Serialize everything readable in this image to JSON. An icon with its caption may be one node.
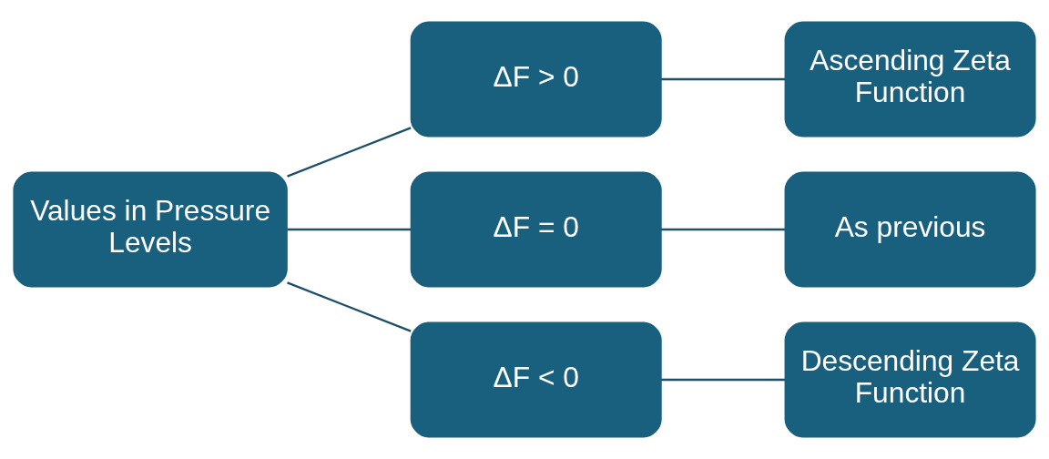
{
  "diagram": {
    "nodes": [
      {
        "text": [
          "Values in Pressure Levels"
        ]
      },
      {
        "text": [
          "ΔF > 0"
        ]
      },
      {
        "text": [
          "ΔF = 0"
        ]
      },
      {
        "text": [
          "ΔF < 0"
        ]
      },
      {
        "text": [
          "Ascending Zeta Function"
        ]
      },
      {
        "text": [
          "As previous"
        ]
      },
      {
        "text": [
          "Descending Zeta Function"
        ]
      }
    ],
    "edges": [
      {
        "from": 0,
        "to": 1,
        "arrow": "none"
      },
      {
        "from": 0,
        "to": 2,
        "arrow": "none"
      },
      {
        "from": 0,
        "to": 3,
        "arrow": "none"
      },
      {
        "from": 1,
        "to": 4,
        "arrow": "none"
      },
      {
        "from": 2,
        "to": 5,
        "arrow": "none"
      },
      {
        "from": 3,
        "to": 6,
        "arrow": "none"
      }
    ]
  }
}
